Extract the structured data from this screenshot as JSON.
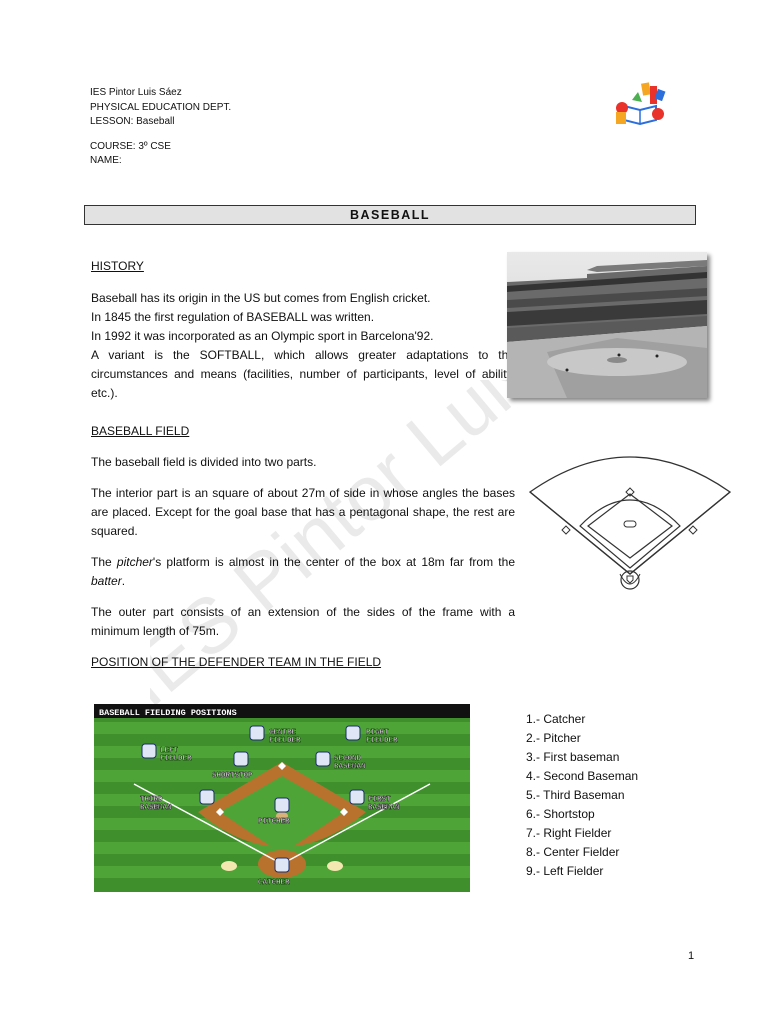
{
  "header": {
    "school": "IES Pintor Luis Sáez",
    "dept": "PHYSICAL EDUCATION DEPT.",
    "lesson": "LESSON: Baseball",
    "course": "COURSE: 3º CSE",
    "name": "NAME:"
  },
  "title": "BASEBALL",
  "history": {
    "heading": "HISTORY",
    "lines": [
      "Baseball has its origin in the US but comes from English cricket.",
      "In 1845 the first regulation of BASEBALL was written.",
      "In 1992 it was incorporated as an Olympic sport in Barcelona'92."
    ],
    "paragraph": "A variant is the SOFTBALL, which allows greater adaptations to the circumstances and means (facilities, number of participants, level of ability, etc.)."
  },
  "field": {
    "heading": "BASEBALL FIELD",
    "p1": "The baseball field is divided into two parts.",
    "p2": "The interior part is an square of about 27m of side in whose angles the bases are placed. Except for the goal base that has a pentagonal shape, the rest are squared.",
    "p3_a": "The ",
    "p3_pitcher": "pitcher",
    "p3_b": "'s platform is almost in the center of the box at 18m far from the ",
    "p3_batter": "batter",
    "p3_c": ".",
    "p4": "The outer part consists of an extension of the sides of the frame with a minimum length of 75m."
  },
  "positions": {
    "heading": "POSITION OF THE DEFENDER TEAM IN THE FIELD",
    "diagram_title": "BASEBALL FIELDING POSITIONS",
    "diagram_labels": {
      "centre": "CENTRE FIELDER",
      "right": "RIGHT FIELDER",
      "left": "LEFT FIELDER",
      "second": "SECOND BASEMAN",
      "short": "SHORTSTOP",
      "third": "THIRD BASEMAN",
      "first": "FIRST BASEMAN",
      "pitcher": "PITCHER",
      "catcher": "CATCHER"
    },
    "list": [
      "1.- Catcher",
      "2.- Pitcher",
      "3.- First baseman",
      "4.- Second Baseman",
      "5.- Third Baseman",
      "6.- Shortstop",
      "7.- Right Fielder",
      "8.- Center Fielder",
      "9.- Left Fielder"
    ]
  },
  "watermark": "IES Pintor Luis Sáez",
  "page_number": "1"
}
